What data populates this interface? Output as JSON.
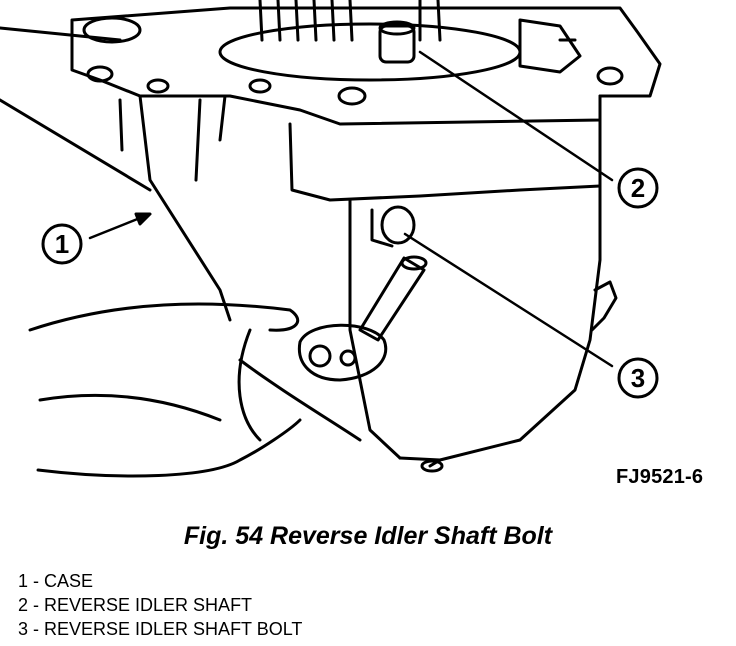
{
  "figure": {
    "id_code": "FJ9521-6",
    "caption": "Fig. 54 Reverse Idler Shaft Bolt"
  },
  "callouts": [
    "1",
    "2",
    "3"
  ],
  "legend": [
    "1 - CASE",
    "2 - REVERSE IDLER SHAFT",
    "3 - REVERSE IDLER SHAFT BOLT"
  ]
}
